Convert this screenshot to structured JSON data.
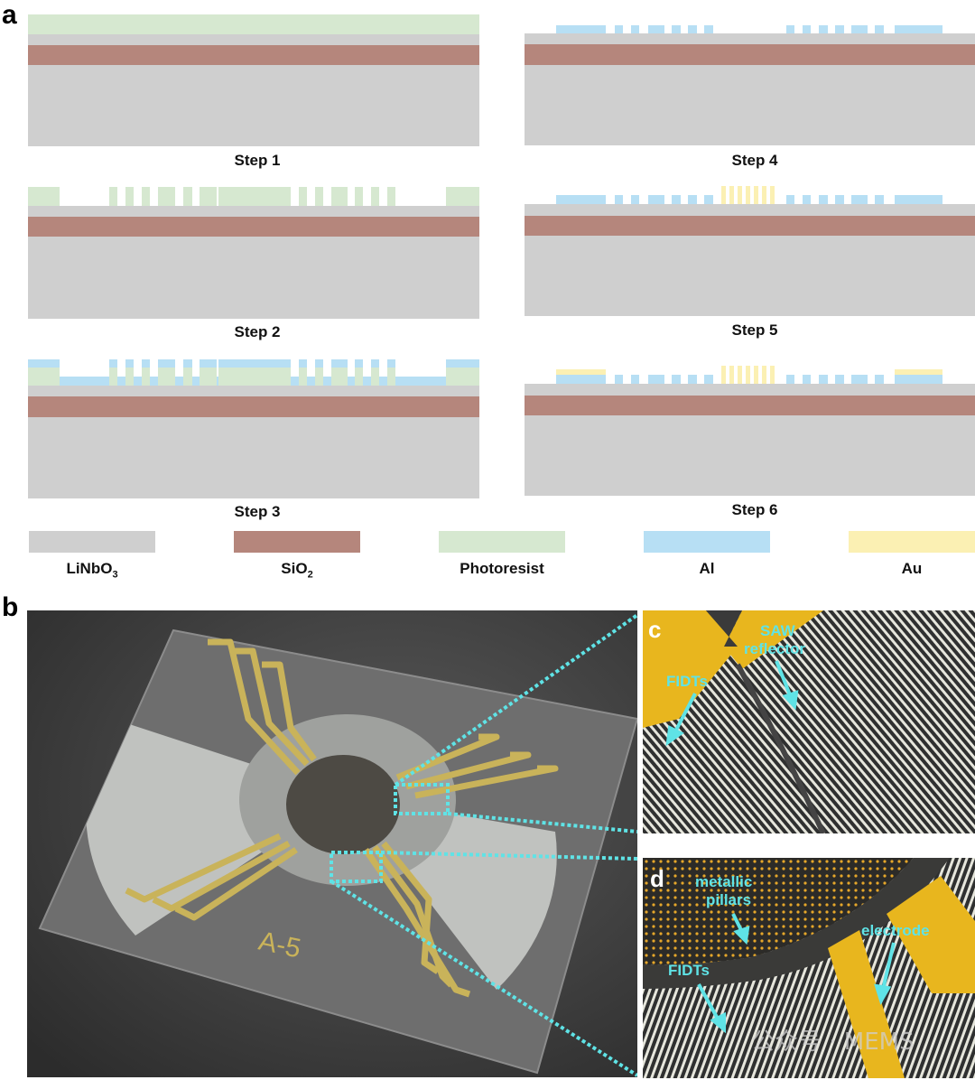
{
  "panels": {
    "a": "a",
    "b": "b",
    "c": "c",
    "d": "d"
  },
  "steps": [
    "Step 1",
    "Step 2",
    "Step 3",
    "Step 4",
    "Step 5",
    "Step 6"
  ],
  "legend": [
    {
      "name": "LiNbO",
      "sub": "3",
      "color": "#cfcfcf"
    },
    {
      "name": "SiO",
      "sub": "2",
      "color": "#b5867c"
    },
    {
      "name": "Photoresist",
      "sub": "",
      "color": "#d6e8d0"
    },
    {
      "name": "Al",
      "sub": "",
      "color": "#b7dff4"
    },
    {
      "name": "Au",
      "sub": "",
      "color": "#fbf0b3"
    }
  ],
  "colors": {
    "linbo3": "#cfcfcf",
    "sio2": "#b5867c",
    "photoresist": "#d6e8d0",
    "al": "#b7dff4",
    "au": "#fbf0b3",
    "callout": "#5fe3e6",
    "electrode_gold": "#e8b61e"
  },
  "photo": {
    "chip_label": "A-5",
    "c_labels": {
      "fidts": "FIDTs",
      "saw1": "SAW",
      "saw2": "reflector"
    },
    "d_labels": {
      "pillars1": "metallic",
      "pillars2": "pillars",
      "electrode": "electrode",
      "fidts": "FIDTs"
    },
    "watermark": "公众号 · MEMS"
  }
}
